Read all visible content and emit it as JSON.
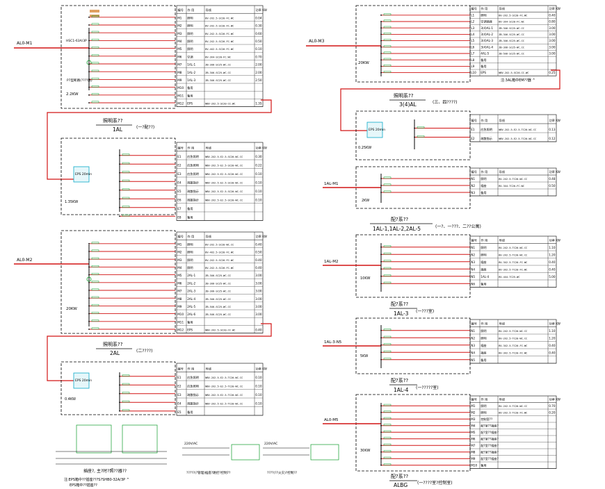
{
  "colors": {
    "red": "#d21414",
    "green": "#0d9b2b",
    "blue": "#1f5fd6",
    "cyan": "#0aa8c8",
    "orange": "#e0a060",
    "black": "#000000"
  },
  "table_header": {
    "col1": "编号",
    "col2": "作 用",
    "col3": "导线",
    "col4": "功率 KW"
  },
  "panels": [
    {
      "id": "AL0-M1",
      "incoming_label": "AL0-M1",
      "breaker": "HSC1-63A/3P",
      "spd": "P7型断路(????路)",
      "rating": "2.2KW",
      "rows": [
        {
          "no": "M1",
          "use": "照明",
          "cable": "BV-2X2.5-SC20-FC.WC",
          "kw": "0.04"
        },
        {
          "no": "M2",
          "use": "照明",
          "cable": "BV-2X2.5-SC20-FC.WC",
          "kw": "0.30"
        },
        {
          "no": "M3",
          "use": "照明",
          "cable": "BV-2X2.5-SC20-FC.WC",
          "kw": "0.60"
        },
        {
          "no": "M4",
          "use": "照明",
          "cable": "BV-2X2.5-SC20-FC.WC",
          "kw": "0.50"
        },
        {
          "no": "M5",
          "use": "照明",
          "cable": "BV-4X2.5-SC20-FC.WC",
          "kw": "0.10"
        },
        {
          "no": "M6",
          "use": "空调",
          "cable": "BV-3X4-SC20-FC.WC",
          "kw": "0.70"
        },
        {
          "no": "M7",
          "use": "1AL-1",
          "cable": "ZB-3X6-SC25-WC.CC",
          "kw": "2.00"
        },
        {
          "no": "M8",
          "use": "1AL-2",
          "cable": "ZB-3X6-SC25-WC.CC",
          "kw": "2.00"
        },
        {
          "no": "M9",
          "use": "1AL-3",
          "cable": "ZB-3X6-SC25-WC.CC",
          "kw": "2.50"
        },
        {
          "no": "M10",
          "use": "备用",
          "cable": "",
          "kw": ""
        },
        {
          "no": "M11",
          "use": "备用",
          "cable": "",
          "kw": ""
        },
        {
          "no": "M12",
          "use": "EPS",
          "cable": "NBV-2X2.5-SC20-CC.WC",
          "kw": "1.35"
        }
      ]
    },
    {
      "id": "1AL",
      "title": "照明系??",
      "subtitle": "1AL",
      "note": "(一?配??)",
      "eps": "EPS 20min",
      "rating": "1.35KW",
      "rows": [
        {
          "no": "E1",
          "use": "应急照明",
          "cable": "NBV-2X2.5-E2.5-SC20-WC.CC",
          "kw": "0.30"
        },
        {
          "no": "E2",
          "use": "应急照明",
          "cable": "NBV-2X2.5-E2.5-SC20-WC.CC",
          "kw": "0.22"
        },
        {
          "no": "E3",
          "use": "应急照明",
          "cable": "NBV-2X2.5-E2.5-SC20-WC.CC",
          "kw": "0.10"
        },
        {
          "no": "E4",
          "use": "疏散指示",
          "cable": "NBV-2X2.5-E2.5-SC20-WC.CC",
          "kw": "0.10"
        },
        {
          "no": "E5",
          "use": "疏散指示",
          "cable": "NBV-2X2.5-E2.5-SC20-WC.CC",
          "kw": "0.10"
        },
        {
          "no": "E6",
          "use": "疏散指示",
          "cable": "NBV-2X2.5-E2.5-SC20-WC.CC",
          "kw": "0.10"
        },
        {
          "no": "E7",
          "use": "备用",
          "cable": "",
          "kw": ""
        },
        {
          "no": "E8",
          "use": "备用",
          "cable": "",
          "kw": ""
        }
      ]
    },
    {
      "id": "AL0-M2",
      "incoming_label": "AL0-M2",
      "rating": "20KW",
      "rows": [
        {
          "no": "M1",
          "use": "照明",
          "cable": "BV-2X2.5-SC20-WC.CC",
          "kw": "0.40"
        },
        {
          "no": "M2",
          "use": "照明",
          "cable": "BV-4X2.5-SC20-FC.WC",
          "kw": "0.50"
        },
        {
          "no": "M3",
          "use": "照明",
          "cable": "BV-2X2.5-SC20-FC.WC",
          "kw": "0.40"
        },
        {
          "no": "M4",
          "use": "照明",
          "cable": "BV-2X2.5-SC20-FC.WC",
          "kw": "0.40"
        },
        {
          "no": "M5",
          "use": "2AL-1",
          "cable": "ZB-3X6-SC25-WC.CC",
          "kw": "3.00"
        },
        {
          "no": "M6",
          "use": "2AL-2",
          "cable": "ZB-3X6-SC25-WC.CC",
          "kw": "3.00"
        },
        {
          "no": "M7",
          "use": "2AL-3",
          "cable": "ZB-3X6-SC25-WC.CC",
          "kw": "3.00"
        },
        {
          "no": "M8",
          "use": "2AL-4",
          "cable": "ZB-3X6-SC25-WC.CC",
          "kw": "3.00"
        },
        {
          "no": "M9",
          "use": "2AL-5",
          "cable": "ZB-5X6-SC25-WC.CC",
          "kw": "3.00"
        },
        {
          "no": "M10",
          "use": "2AL-6",
          "cable": "ZB-5X6-SC25-WC.CC",
          "kw": "3.00"
        },
        {
          "no": "M11",
          "use": "备用",
          "cable": "",
          "kw": ""
        },
        {
          "no": "M12",
          "use": "EPS",
          "cable": "NBV-2X2.5-SC20-CC.WC",
          "kw": "0.40"
        }
      ]
    },
    {
      "id": "2AL",
      "title": "照明系??",
      "subtitle": "2AL",
      "note": "(二????)",
      "eps": "EPS 20min",
      "rating": "0.4KW",
      "rows": [
        {
          "no": "E1",
          "use": "应急照明",
          "cable": "NBV-2X2.5-E2.5-TC20-WC.CC",
          "kw": "0.10"
        },
        {
          "no": "E2",
          "use": "应急照明",
          "cable": "NBV-2X2.5-E2.5-TC20-WC.CC",
          "kw": "0.10"
        },
        {
          "no": "E3",
          "use": "疏散指示",
          "cable": "NBV-2X2.5-E2.5-TC20-WC.CC",
          "kw": "0.10"
        },
        {
          "no": "E4",
          "use": "疏散指示",
          "cable": "NBV-2X2.5-E2.5-TC20-WC.CC",
          "kw": "0.10"
        },
        {
          "no": "E5",
          "use": "备用",
          "cable": "",
          "kw": ""
        }
      ]
    },
    {
      "id": "AL0-M3",
      "incoming_label": "AL0-M3",
      "rating": "20KW",
      "rows": [
        {
          "no": "L1",
          "use": "照明",
          "cable": "BV-2X2.5-SC20-FC.WC",
          "kw": "0.40"
        },
        {
          "no": "L2",
          "use": "空调插座",
          "cable": "BV-3X4-SC20-FC.WC",
          "kw": "0.80"
        },
        {
          "no": "L3",
          "use": "3(4)AL-1",
          "cable": "ZB-3X6-SC25-WC.CC",
          "kw": "3.00"
        },
        {
          "no": "L4",
          "use": "3(4)AL-2",
          "cable": "ZB-3X6-SC25-WC.CC",
          "kw": "3.00"
        },
        {
          "no": "L5",
          "use": "3(4)AL-3",
          "cable": "ZB-3X6-SC25-WC.CC",
          "kw": "3.00"
        },
        {
          "no": "L6",
          "use": "3(4)AL-4",
          "cable": "ZB-3X6-SC25-WC.CC",
          "kw": "3.00"
        },
        {
          "no": "L7",
          "use": "4AL-5",
          "cable": "ZB-5X6-SC25-WC.CC",
          "kw": "3.00"
        },
        {
          "no": "L8",
          "use": "备用",
          "cable": "",
          "kw": ""
        },
        {
          "no": "L9",
          "use": "备用",
          "cable": "",
          "kw": ""
        },
        {
          "no": "L10",
          "use": "EPS",
          "cable": "NBV-2X2.5-SC20-CC.WC",
          "kw": "0.25"
        }
      ],
      "footnote": "注:3AL箱中EM??器 ^"
    },
    {
      "id": "3(4)AL",
      "title": "照明系??",
      "subtitle": "3(4)AL",
      "note": "(三、四????)",
      "eps": "EPS 20min",
      "rating": "0.25KW",
      "rows": [
        {
          "no": "E1",
          "use": "应急照明",
          "cable": "NBV-2X2.5-E2.5-TC20-WC.CC",
          "kw": "0.13"
        },
        {
          "no": "E2",
          "use": "疏散指示",
          "cable": "NBV-2X2.5-E2.5-TC20-WC.CC",
          "kw": "0.12"
        }
      ]
    },
    {
      "id": "1AL-1",
      "incoming_label": "1AL-M1",
      "title": "配?系??",
      "subtitle": "1AL-1,1AL-2,2AL-5",
      "note": "(一?、一???、二??公寓)",
      "rating": "2KW",
      "rows": [
        {
          "no": "N1",
          "use": "照明",
          "cable": "BV-2X2.5-TC20-WC.CC",
          "kw": "0.48"
        },
        {
          "no": "N2",
          "use": "插座",
          "cable": "BV-3X4-TC20-FC.WC",
          "kw": "0.50"
        },
        {
          "no": "N3",
          "use": "备用",
          "cable": "",
          "kw": ""
        }
      ]
    },
    {
      "id": "1AL-3",
      "incoming_label": "1AL-M2",
      "title": "配?系??",
      "subtitle": "1AL-3",
      "note": "(一???室)",
      "rating": "10KW",
      "rows": [
        {
          "no": "N1",
          "use": "照明",
          "cable": "BV-2X2.5-TC20-WC.CC",
          "kw": "1.10"
        },
        {
          "no": "N2",
          "use": "照明",
          "cable": "BV-2X2.5-TC20-WC.CC",
          "kw": "1.20"
        },
        {
          "no": "N3",
          "use": "插座",
          "cable": "BV-3X2.5-TC20-FC.WC",
          "kw": "0.40"
        },
        {
          "no": "N4",
          "use": "插座",
          "cable": "BV-3X2.5-TC20-FC.WC",
          "kw": "0.40"
        },
        {
          "no": "N5",
          "use": "1AL-4",
          "cable": "BV-4X4-TC25-WC",
          "kw": "5.00"
        },
        {
          "no": "N6",
          "use": "备用",
          "cable": "",
          "kw": ""
        }
      ]
    },
    {
      "id": "1AL-4",
      "incoming_label": "1AL-3-N5",
      "title": "配?系??",
      "subtitle": "1AL-4",
      "note": "(一?????室)",
      "rating": "5KW",
      "rows": [
        {
          "no": "N1",
          "use": "照明",
          "cable": "BV-2X2.5-TC20-WC.CC",
          "kw": "1.10"
        },
        {
          "no": "N2",
          "use": "照明",
          "cable": "BV-2X2.5-TC20-WC.CC",
          "kw": "1.20"
        },
        {
          "no": "N3",
          "use": "插座",
          "cable": "BV-3X2.5-TC20-FC.WC",
          "kw": "0.40"
        },
        {
          "no": "N4",
          "use": "插座",
          "cable": "BV-3X2.5-TC20-FC.WC",
          "kw": "0.40"
        },
        {
          "no": "N5",
          "use": "备用",
          "cable": "",
          "kw": ""
        }
      ]
    },
    {
      "id": "ALBG",
      "incoming_label": "AL0-M5",
      "title": "配?系??",
      "subtitle": "ALBG",
      "note": "(一????室?控制室)",
      "rating": "30KW",
      "rows": [
        {
          "no": "M1",
          "use": "照明",
          "cable": "BV-2X2.5-TC20-WC.CC",
          "kw": "0.70"
        },
        {
          "no": "M2",
          "use": "照明",
          "cable": "BV-2X2.5-TC20-FC.WC",
          "kw": "0.20"
        },
        {
          "no": "M3",
          "use": "控制室??",
          "cable": "",
          "kw": ""
        },
        {
          "no": "M4",
          "use": "配?室??插座?",
          "cable": "",
          "kw": ""
        },
        {
          "no": "M5",
          "use": "配?室??插座?",
          "cable": "",
          "kw": ""
        },
        {
          "no": "M6",
          "use": "配?室??插座?",
          "cable": "",
          "kw": ""
        },
        {
          "no": "M7",
          "use": "配?室??插座?",
          "cable": "",
          "kw": ""
        },
        {
          "no": "M8",
          "use": "配?室??插座?",
          "cable": "",
          "kw": ""
        },
        {
          "no": "M9",
          "use": "配?室??插座?",
          "cable": "",
          "kw": ""
        },
        {
          "no": "M10",
          "use": "备用",
          "cable": "",
          "kw": ""
        }
      ]
    }
  ],
  "bottom_left": {
    "caption": "插座?, 主?时?照??器??",
    "note1": "注:EPS箱中??插座???S?SHB0-32A/3P ^",
    "note2": "EPS箱中??插座??"
  },
  "control_diagrams": [
    {
      "caption": "?????(?管理)插座?路控?控制??",
      "voltage": "220V/AC"
    },
    {
      "caption": "????(??火灾)?控制??",
      "voltage": "220V/AC"
    }
  ]
}
